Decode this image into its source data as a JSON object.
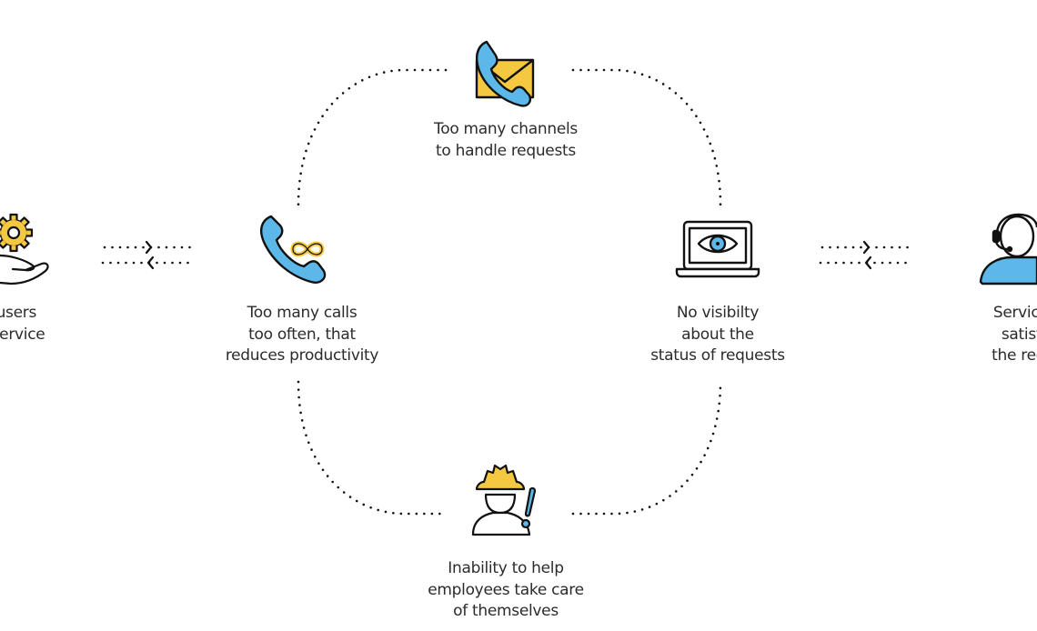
{
  "diagram": {
    "colors": {
      "accent_blue": "#5bb8e8",
      "accent_yellow": "#f5c842",
      "stroke": "#111111",
      "text": "#2b2b2b"
    },
    "nodes": [
      {
        "id": "end-users",
        "icon": "hand-gear-icon",
        "lines": [
          "d users",
          "st service"
        ]
      },
      {
        "id": "too-many-calls",
        "icon": "phone-infinity-icon",
        "lines": [
          "Too many calls",
          "too often, that",
          "reduces productivity"
        ]
      },
      {
        "id": "too-many-channels",
        "icon": "phone-envelope-icon",
        "lines": [
          "Too many channels",
          "to handle requests"
        ]
      },
      {
        "id": "no-visibility",
        "icon": "laptop-eye-icon",
        "lines": [
          "No visibilty",
          "about the",
          "status of requests"
        ]
      },
      {
        "id": "inability-self-help",
        "icon": "worker-alert-icon",
        "lines": [
          "Inability to help",
          "employees take care",
          "of themselves"
        ]
      },
      {
        "id": "service-desk",
        "icon": "headset-agent-icon",
        "lines": [
          "Service d",
          "satisfie",
          "the reque"
        ]
      }
    ],
    "connectors": [
      {
        "from": "end-users",
        "to": "too-many-calls",
        "type": "bidirectional"
      },
      {
        "from": "no-visibility",
        "to": "service-desk",
        "type": "bidirectional"
      },
      {
        "from": "too-many-calls",
        "to": "too-many-channels",
        "type": "dotted-arc"
      },
      {
        "from": "too-many-channels",
        "to": "no-visibility",
        "type": "dotted-arc"
      },
      {
        "from": "too-many-calls",
        "to": "inability-self-help",
        "type": "dotted-arc"
      },
      {
        "from": "inability-self-help",
        "to": "no-visibility",
        "type": "dotted-arc"
      }
    ]
  }
}
